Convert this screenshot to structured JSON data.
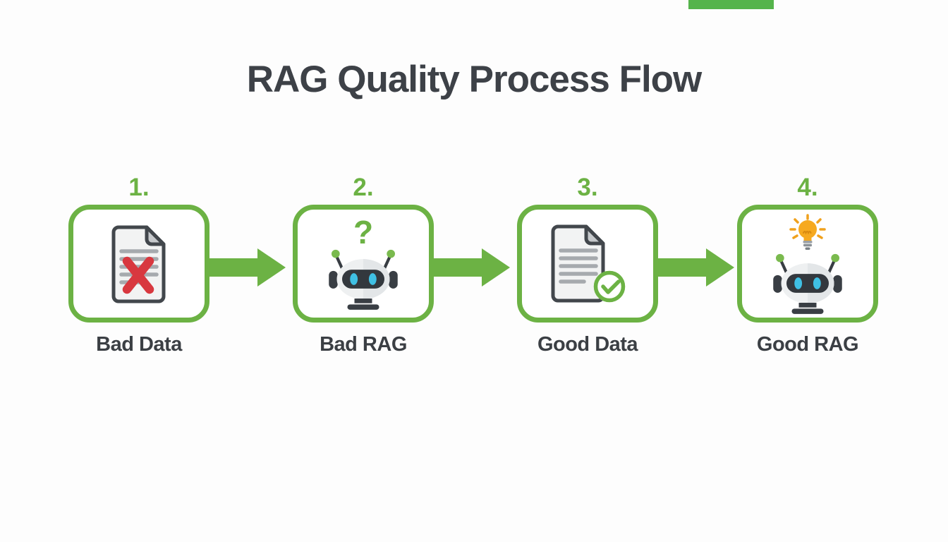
{
  "title": "RAG Quality Process Flow",
  "steps": [
    {
      "number": "1.",
      "label": "Bad Data",
      "icon": "document-error-icon"
    },
    {
      "number": "2.",
      "label": "Bad RAG",
      "icon": "robot-question-icon",
      "overlay": "?"
    },
    {
      "number": "3.",
      "label": "Good Data",
      "icon": "document-check-icon"
    },
    {
      "number": "4.",
      "label": "Good RAG",
      "icon": "robot-idea-icon"
    }
  ],
  "arrows": {
    "count": 3,
    "direction": "right"
  },
  "colors": {
    "accent_green": "#6cb244",
    "text_dark": "#3b3f44",
    "error_red": "#d8383f",
    "eye_cyan": "#3fc0e4",
    "bulb_amber": "#f6a91f",
    "paper_fill": "#f2f3f3",
    "paper_outline": "#42474c"
  }
}
